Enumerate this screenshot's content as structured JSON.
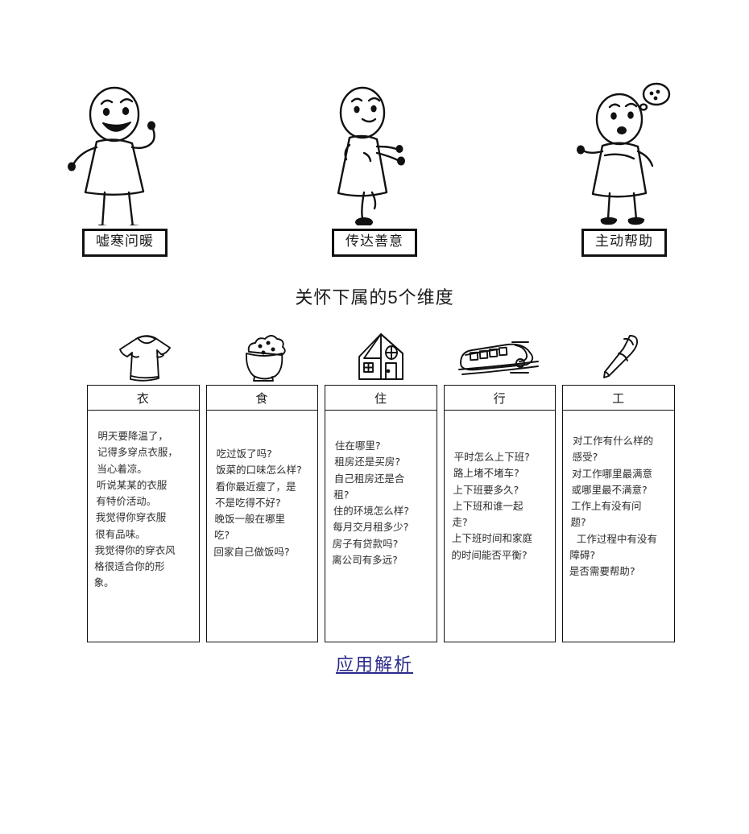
{
  "figures": [
    {
      "icon": "stick-figure-waving-smiling",
      "label": "嘘寒问暖"
    },
    {
      "icon": "stick-figure-gesturing-kindness",
      "label": "传达善意"
    },
    {
      "icon": "stick-figure-thinking-helping",
      "label": "主动帮助"
    }
  ],
  "section_title": "关怀下属的5个维度",
  "icons": [
    {
      "name": "tshirt-icon"
    },
    {
      "name": "rice-bowl-icon"
    },
    {
      "name": "house-icon"
    },
    {
      "name": "train-icon"
    },
    {
      "name": "pen-icon"
    }
  ],
  "columns": [
    {
      "header": "衣",
      "icon": "tshirt-icon",
      "body": "明天要降温了，\n记得多穿点衣服，\n当心着凉。\n听说某某的衣服\n有特价活动。\n我觉得你穿衣服\n很有品味。\n我觉得你的穿衣风\n格很适合你的形\n象。"
    },
    {
      "header": "食",
      "icon": "rice-bowl-icon",
      "body": "吃过饭了吗?\n饭菜的口味怎么样?\n看你最近瘦了，是\n不是吃得不好?\n晚饭一般在哪里\n吃?\n回家自己做饭吗?"
    },
    {
      "header": "住",
      "icon": "house-icon",
      "body": "住在哪里?\n租房还是买房?\n自己租房还是合\n租?\n住的环境怎么样?\n每月交月租多少?\n房子有贷款吗?\n离公司有多远?"
    },
    {
      "header": "行",
      "icon": "train-icon",
      "body": "平时怎么上下班?\n路上堵不堵车?\n上下班要多久?\n上下班和谁一起\n走?\n上下班时间和家庭\n的时间能否平衡?"
    },
    {
      "header": "工",
      "icon": "pen-icon",
      "body": "对工作有什么样的\n感受?\n对工作哪里最满意\n或哪里最不满意?\n工作上有没有问\n题?\n  工作过程中有没有\n障碍?\n是否需要帮助?"
    }
  ],
  "footer": {
    "link_label": "应用解析",
    "link_color": "#2c2c8c"
  },
  "colors": {
    "ink": "#111111",
    "text": "#2b2b2b",
    "background": "#ffffff"
  }
}
